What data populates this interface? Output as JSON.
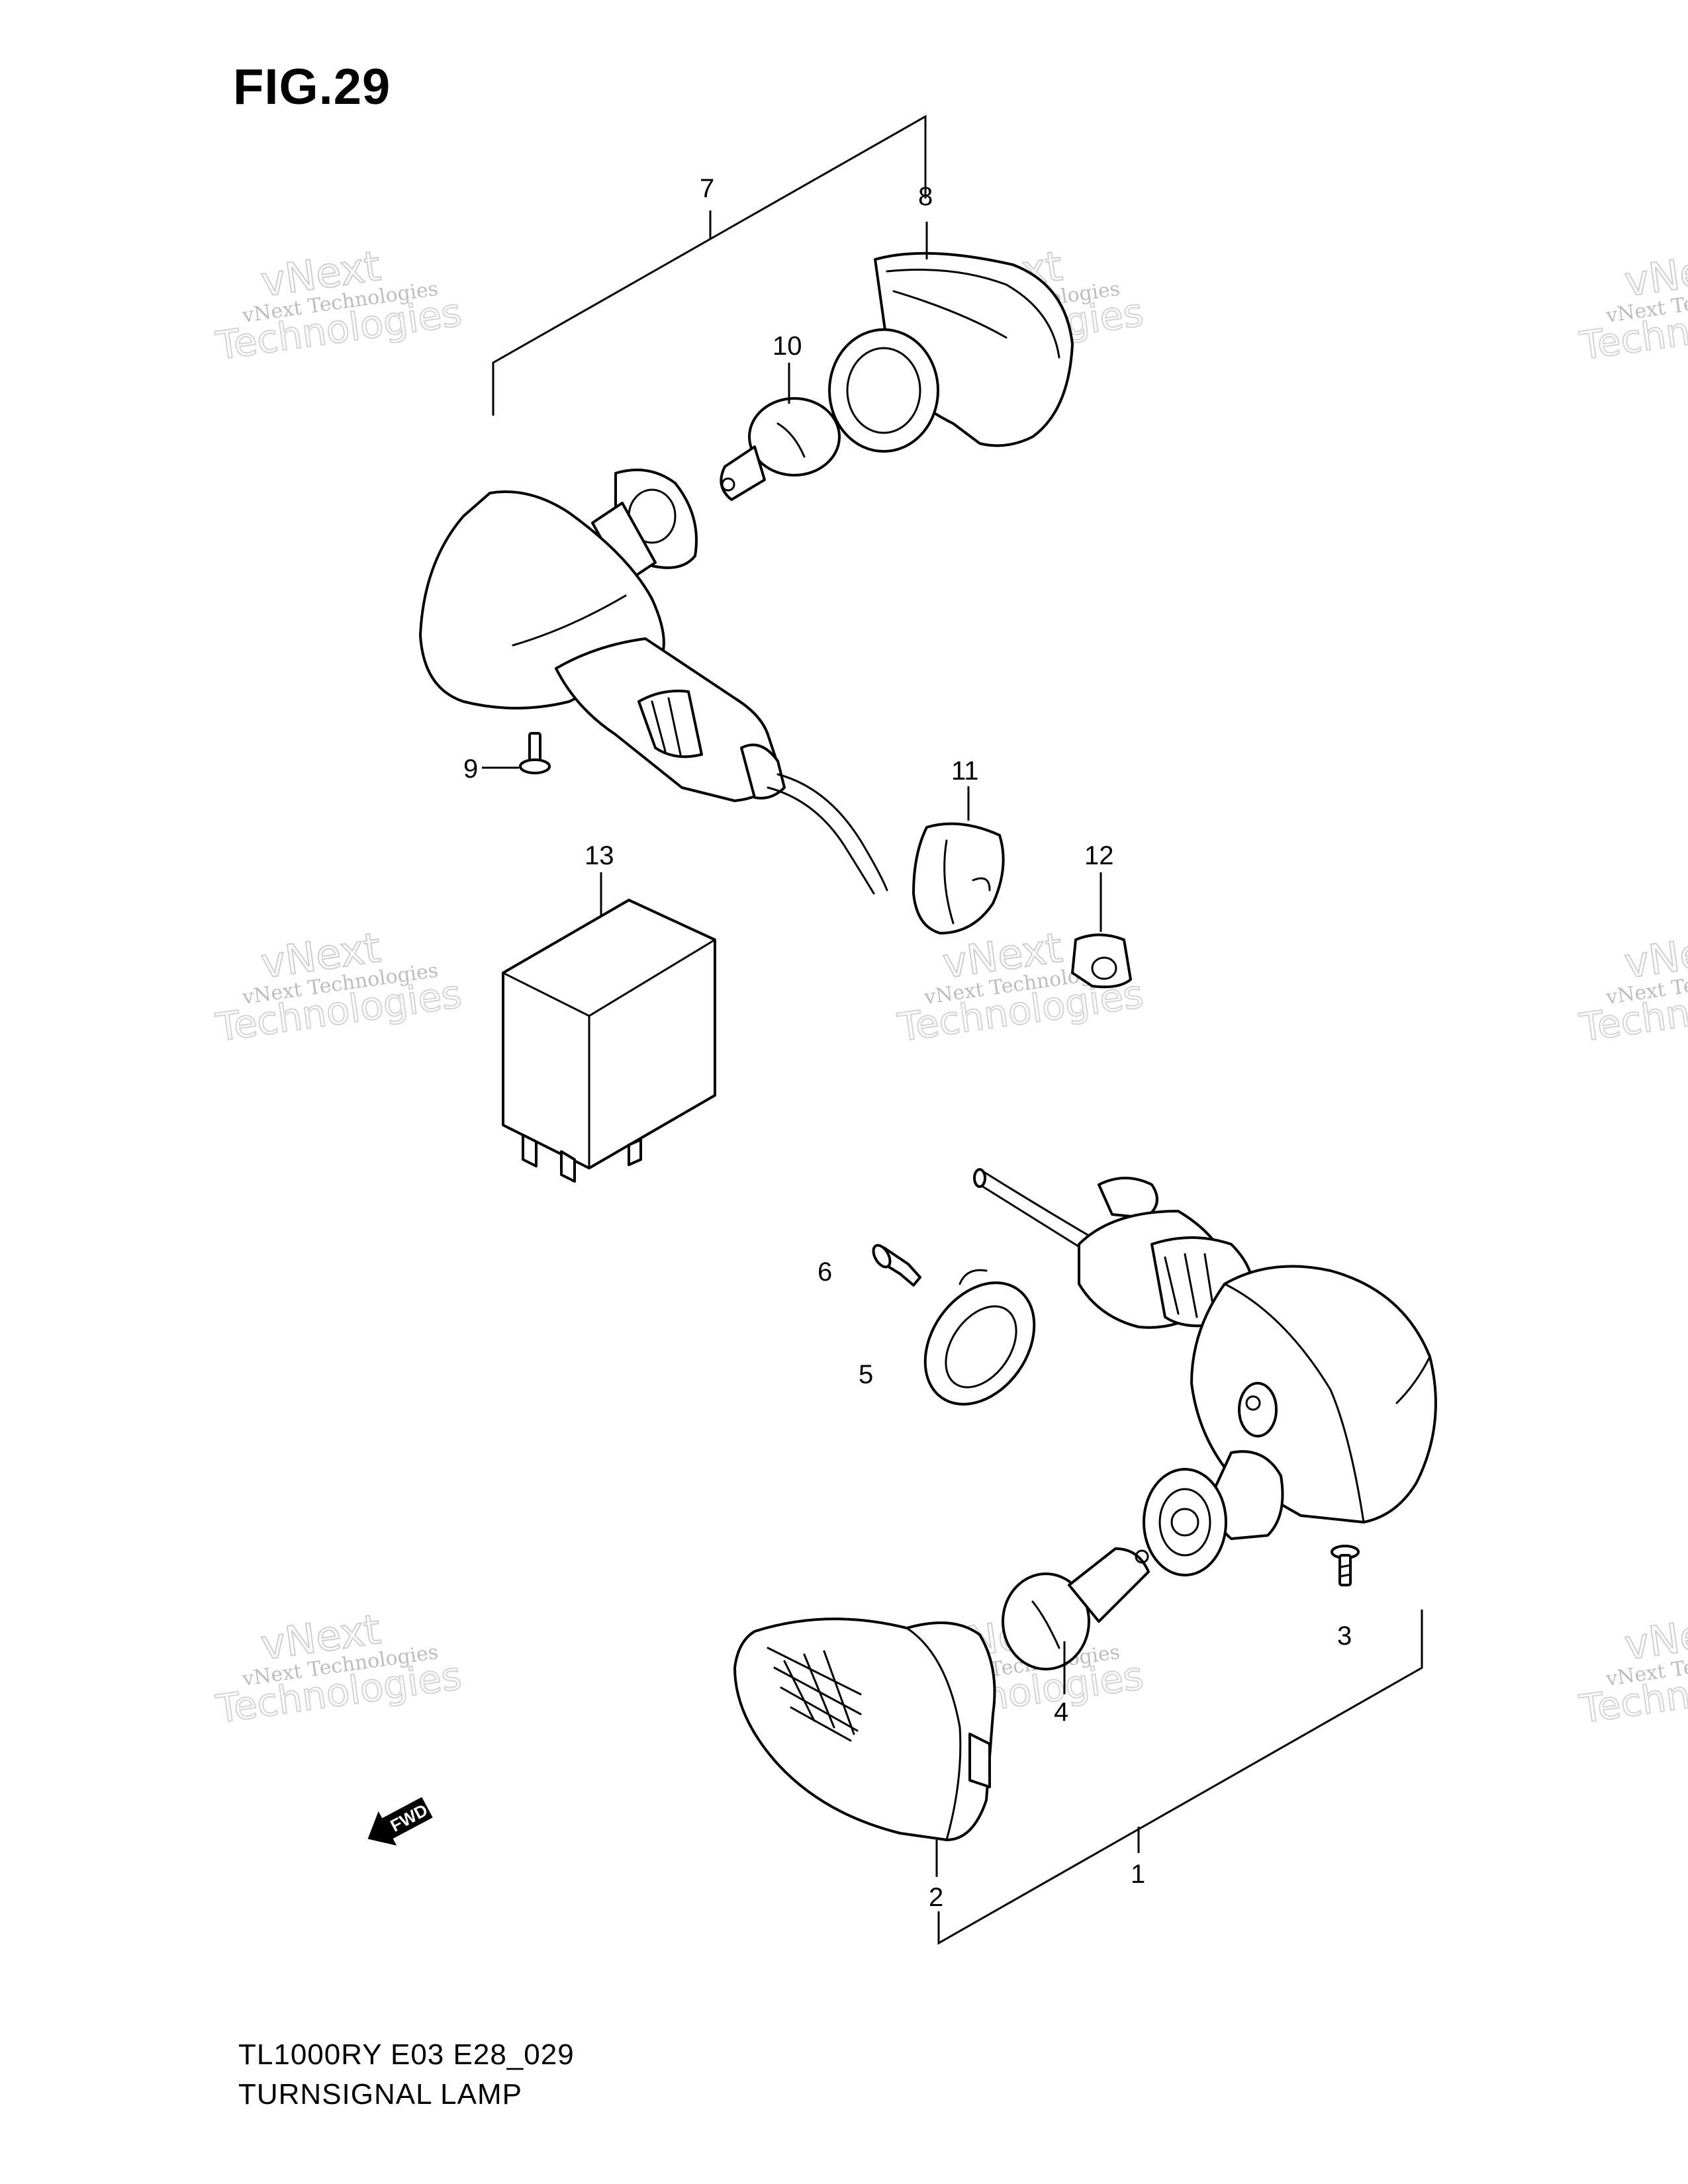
{
  "figure": {
    "title": "FIG.29",
    "model_code": "TL1000RY E03 E28_029",
    "assembly_name": "TURNSIGNAL LAMP"
  },
  "callouts": [
    "1",
    "2",
    "3",
    "4",
    "5",
    "6",
    "7",
    "8",
    "9",
    "10",
    "11",
    "12",
    "13"
  ],
  "watermark": {
    "line1": "vNext Technologies",
    "line2": "vNext",
    "line3": "Technologies"
  },
  "direction_badge": "FWD",
  "colors": {
    "ink": "#000000",
    "watermark": "#c8c8c8",
    "paper": "#ffffff"
  }
}
